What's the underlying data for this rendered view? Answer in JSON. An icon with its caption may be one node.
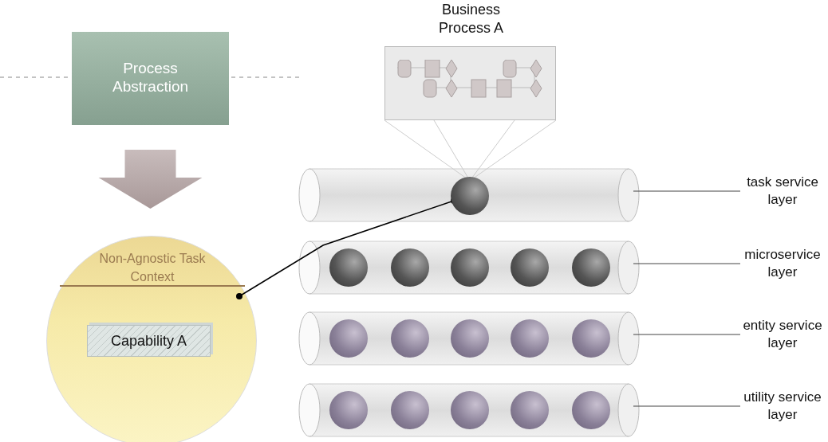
{
  "diagram": {
    "nodes": [
      {
        "text": [
          "Process Abstraction"
        ]
      },
      {
        "text": [
          "Business Process A"
        ]
      },
      {
        "text": [],
        "shape": "cylinder"
      },
      {
        "text": [],
        "shape": "circle",
        "in": 2
      },
      {
        "text": [
          "task service layer"
        ]
      },
      {
        "text": [
          "Non-Agnostic Task Context"
        ]
      },
      {
        "text": [
          "Capability A"
        ],
        "in": 5
      },
      {
        "text": [],
        "shape": "cylinder"
      },
      {
        "text": [],
        "shape": "circle",
        "in": 7
      },
      {
        "text": [],
        "shape": "circle",
        "in": 7
      },
      {
        "text": [],
        "shape": "circle",
        "in": 7
      },
      {
        "text": [],
        "shape": "circle",
        "in": 7
      },
      {
        "text": [],
        "shape": "circle",
        "in": 7
      },
      {
        "text": [
          "microservice layer"
        ]
      },
      {
        "text": [],
        "shape": "cylinder"
      },
      {
        "text": [],
        "shape": "circle",
        "in": 14
      },
      {
        "text": [],
        "shape": "circle",
        "in": 14
      },
      {
        "text": [],
        "shape": "circle",
        "in": 14
      },
      {
        "text": [],
        "shape": "circle",
        "in": 14
      },
      {
        "text": [],
        "shape": "circle",
        "in": 14
      },
      {
        "text": [
          "entity service layer"
        ]
      },
      {
        "text": [],
        "shape": "cylinder"
      },
      {
        "text": [],
        "shape": "circle",
        "in": 21
      },
      {
        "text": [],
        "shape": "circle",
        "in": 21
      },
      {
        "text": [],
        "shape": "circle",
        "in": 21
      },
      {
        "text": [],
        "shape": "circle",
        "in": 21
      },
      {
        "text": [],
        "shape": "circle",
        "in": 21
      },
      {
        "text": [
          "utility service layer"
        ]
      }
    ],
    "edges": [
      {
        "from": 0,
        "to": 5,
        "arrow": "to",
        "style": "thick"
      },
      {
        "from": 1,
        "to": 3,
        "arrow": "none",
        "color": "#cccccc"
      },
      {
        "from": 3,
        "to": 5,
        "arrow": "other"
      },
      {
        "from": 4,
        "to": 2,
        "arrow": "none"
      },
      {
        "from": 13,
        "to": 7,
        "arrow": "none"
      },
      {
        "from": 20,
        "to": 14,
        "arrow": "none"
      },
      {
        "from": 27,
        "to": 21,
        "arrow": "none"
      }
    ]
  }
}
